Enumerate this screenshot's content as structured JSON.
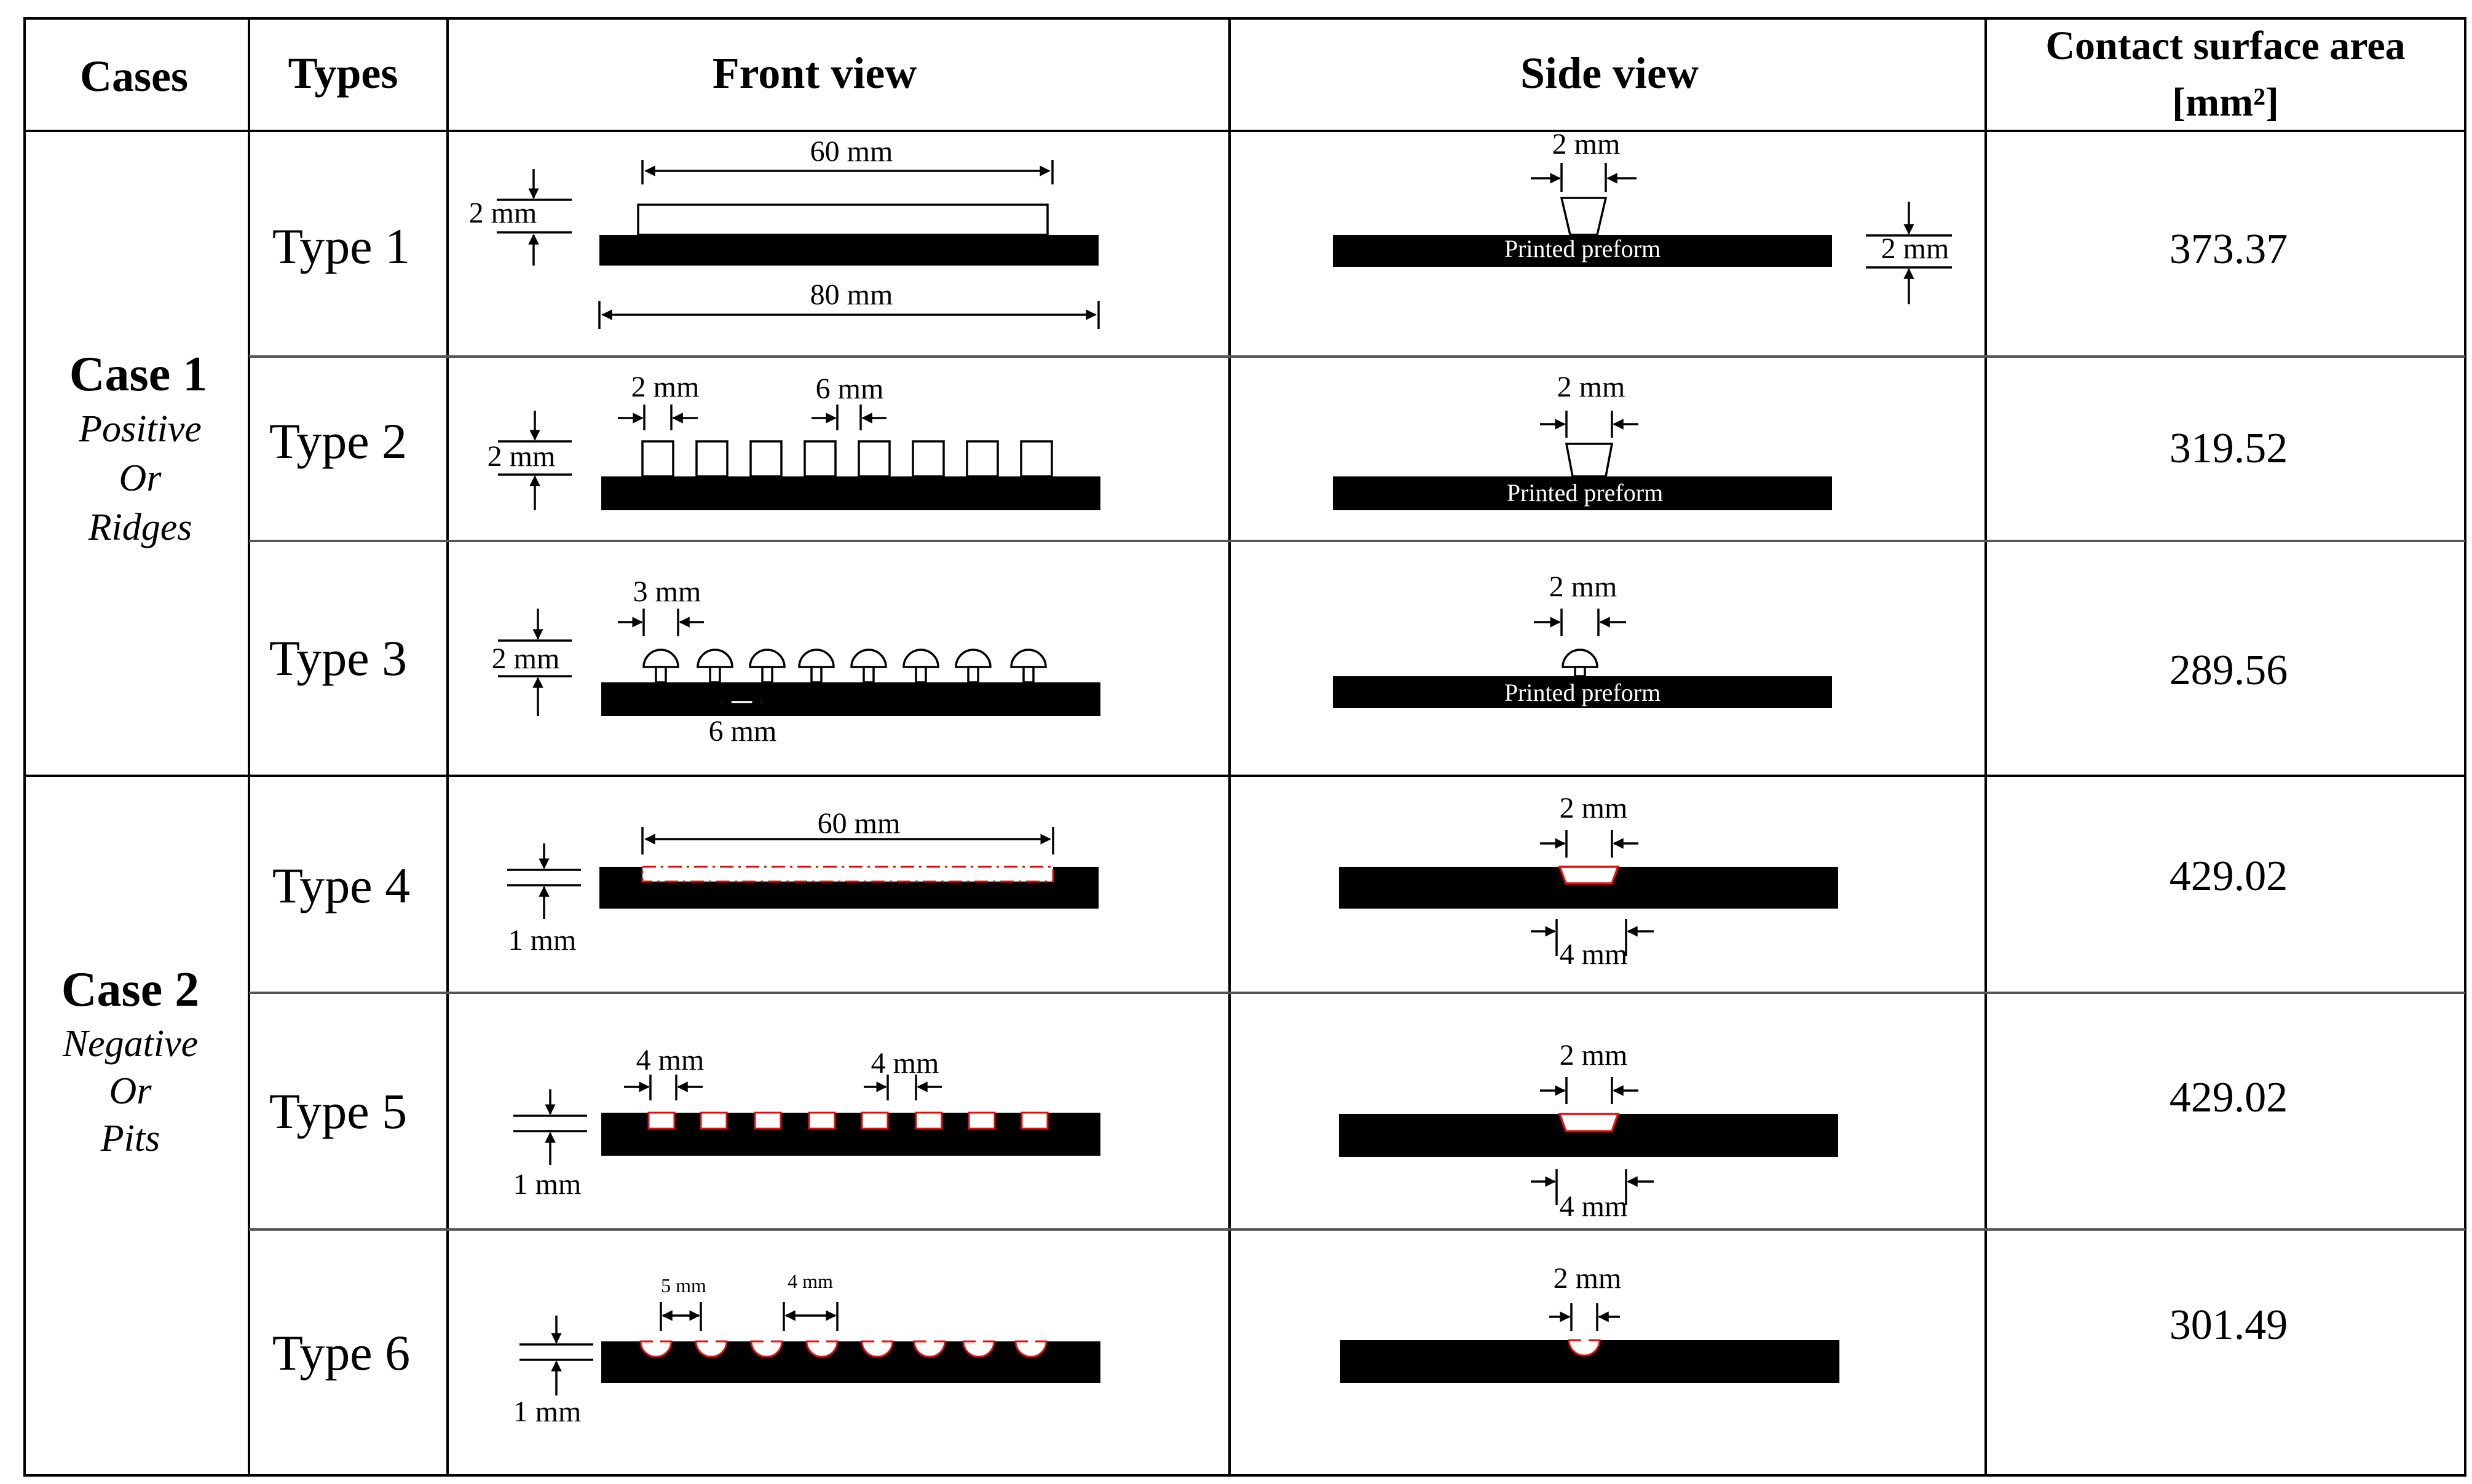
{
  "headers": {
    "cases": "Cases",
    "types": "Types",
    "front_view": "Front view",
    "side_view": "Side view",
    "area_line1": "Contact surface area",
    "area_line2": "[mm²]"
  },
  "cases": [
    {
      "title": "Case 1",
      "sub": [
        "Positive",
        "Or",
        "Ridges"
      ]
    },
    {
      "title": "Case 2",
      "sub": [
        "Negative",
        "Or",
        "Pits"
      ]
    }
  ],
  "rows": [
    {
      "type": "Type 1",
      "area": "373.37"
    },
    {
      "type": "Type 2",
      "area": "319.52"
    },
    {
      "type": "Type 3",
      "area": "289.56"
    },
    {
      "type": "Type 4",
      "area": "429.02"
    },
    {
      "type": "Type 5",
      "area": "429.02"
    },
    {
      "type": "Type 6",
      "area": "301.49"
    }
  ],
  "dims": {
    "r1_front_top": "60 mm",
    "r1_front_bottom": "80 mm",
    "r1_front_h": "2 mm",
    "r1_side_w": "2 mm",
    "r1_side_h": "2 mm",
    "r2_front_w": "2 mm",
    "r2_front_gap": "6 mm",
    "r2_front_h": "2 mm",
    "r2_side_w": "2 mm",
    "r3_front_w": "3 mm",
    "r3_front_gap": "6 mm",
    "r3_front_h": "2 mm",
    "r3_side_w": "2 mm",
    "r4_front_len": "60 mm",
    "r4_front_h": "1 mm",
    "r4_side_top": "2 mm",
    "r4_side_bottom": "4 mm",
    "r5_front_w": "4 mm",
    "r5_front_gap": "4 mm",
    "r5_front_h": "1 mm",
    "r5_side_top": "2 mm",
    "r5_side_bottom": "4 mm",
    "r6_front_w": "5 mm",
    "r6_front_gap": "4 mm",
    "r6_front_h": "1 mm",
    "r6_side_w": "2 mm"
  },
  "labels": {
    "printed_preform": "Printed preform"
  },
  "colors": {
    "line": "#000000",
    "pit_outline": "#e01010",
    "preform": "#000000"
  }
}
